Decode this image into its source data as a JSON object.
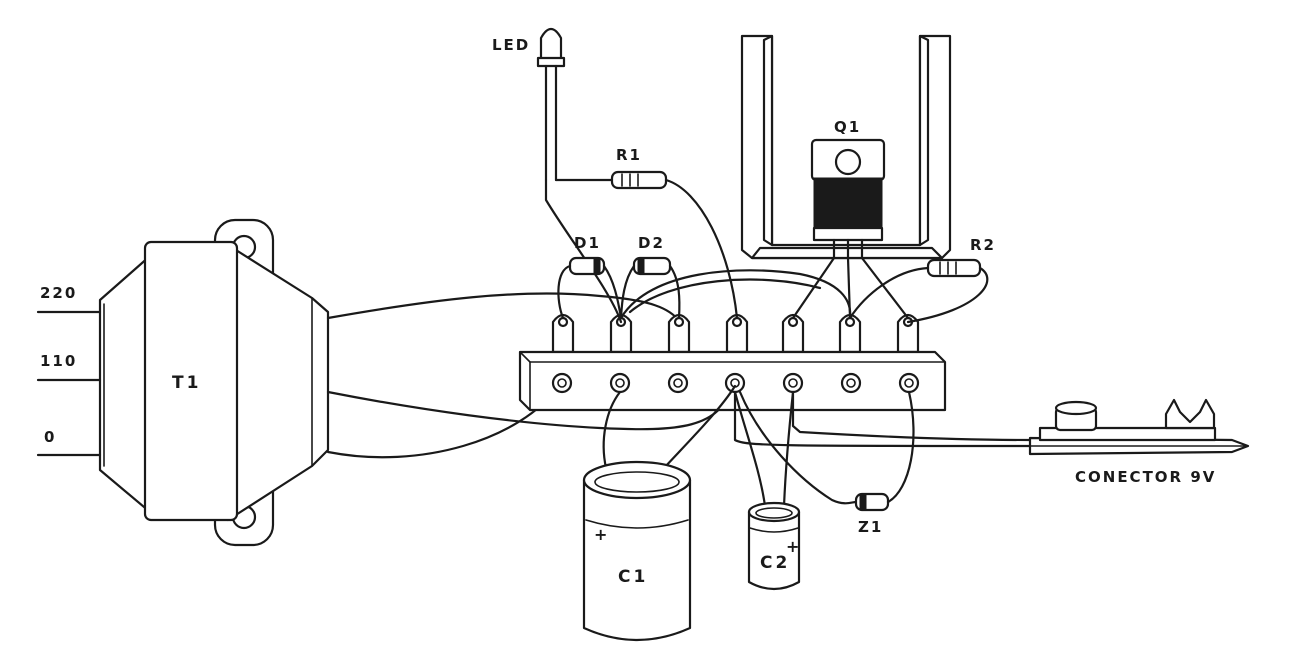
{
  "labels": {
    "led": "LED",
    "r1": "R1",
    "q1": "Q1",
    "d1": "D1",
    "d2": "D2",
    "r2": "R2",
    "v220": "220",
    "v110": "110",
    "v0": "0",
    "t1": "T1",
    "c1": "C1",
    "c2": "C2",
    "z1": "Z1",
    "connector": "CONECTOR 9V"
  },
  "symbols": {
    "plus": "+"
  }
}
